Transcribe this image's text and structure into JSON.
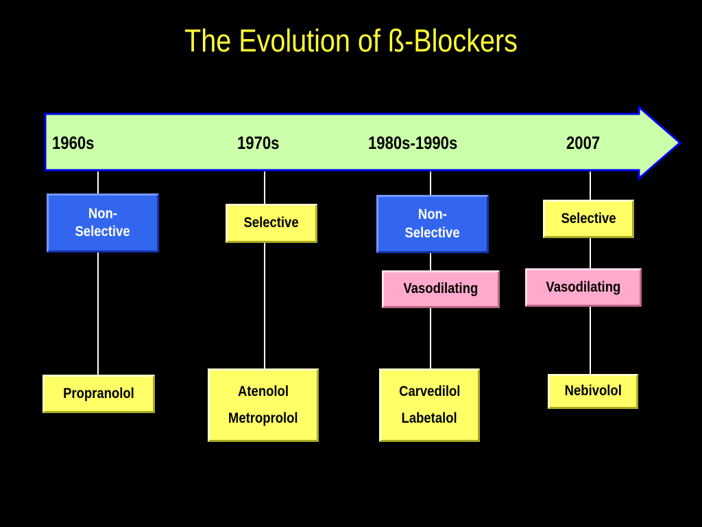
{
  "title": "The Evolution of ß-Blockers",
  "colors": {
    "background": "#000000",
    "title": "#ffff33",
    "arrow_fill": "#ccffaa",
    "arrow_border": "#0000ee",
    "non_selective": "#3366ee",
    "selective": "#ffff66",
    "vasodilating": "#ffaacc",
    "drug": "#ffff66"
  },
  "timeline": {
    "eras": [
      "1960s",
      "1970s",
      "1980s-1990s",
      "2007"
    ]
  },
  "columns": [
    {
      "era": "1960s",
      "class_box": {
        "lines": [
          "Non-",
          "Selective"
        ]
      },
      "vasodilating": null,
      "drugs": [
        "Propranolol"
      ]
    },
    {
      "era": "1970s",
      "class_box": {
        "lines": [
          "Selective"
        ]
      },
      "vasodilating": null,
      "drugs": [
        "Atenolol",
        "Metroprolol"
      ]
    },
    {
      "era": "1980s-1990s",
      "class_box": {
        "lines": [
          "Non-",
          "Selective"
        ]
      },
      "vasodilating": "Vasodilating",
      "drugs": [
        "Carvedilol",
        "Labetalol"
      ]
    },
    {
      "era": "2007",
      "class_box": {
        "lines": [
          "Selective"
        ]
      },
      "vasodilating": "Vasodilating",
      "drugs": [
        "Nebivolol"
      ]
    }
  ]
}
